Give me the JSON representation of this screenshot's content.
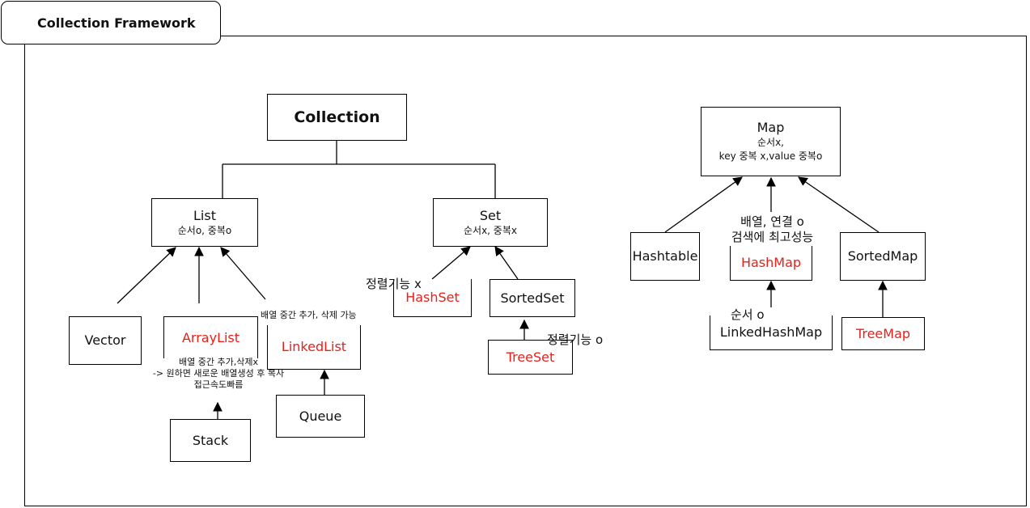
{
  "header": {
    "title": "Collection Framework"
  },
  "nodes": {
    "collection": {
      "name": "Collection"
    },
    "list": {
      "name": "List",
      "desc": "순서o, 중복o"
    },
    "set": {
      "name": "Set",
      "desc": "순서x, 중복x"
    },
    "vector": {
      "name": "Vector"
    },
    "arraylist": {
      "name": "ArrayList"
    },
    "linkedlist": {
      "name": "LinkedList"
    },
    "stack": {
      "name": "Stack"
    },
    "queue": {
      "name": "Queue"
    },
    "hashset": {
      "name": "HashSet"
    },
    "sortedset": {
      "name": "SortedSet"
    },
    "treeset": {
      "name": "TreeSet"
    },
    "map": {
      "name": "Map",
      "desc1": "순서x,",
      "desc2": "key 중복 x,value 중복o"
    },
    "hashtable": {
      "name": "Hashtable"
    },
    "hashmap": {
      "name": "HashMap"
    },
    "sortedmap": {
      "name": "SortedMap"
    },
    "linkedhashmap": {
      "name": "LinkedHashMap"
    },
    "treemap": {
      "name": "TreeMap"
    }
  },
  "annotations": {
    "linkedlist_note": "배열 중간 추가, 삭제 가능",
    "arraylist_note1": "배열 중간 추가,삭제x",
    "arraylist_note2": "-> 원하면 새로운 배열생성 후 복사",
    "arraylist_note3": "접근속도빠름",
    "hashset_note": "정렬기능 x",
    "treeset_note": "정렬기능 o",
    "hashmap_note1": "배열, 연결 o",
    "hashmap_note2": "검색에 최고성능",
    "linkedhashmap_note": "순서 o"
  },
  "colors": {
    "highlight": "#e8201b",
    "line": "#000000"
  }
}
